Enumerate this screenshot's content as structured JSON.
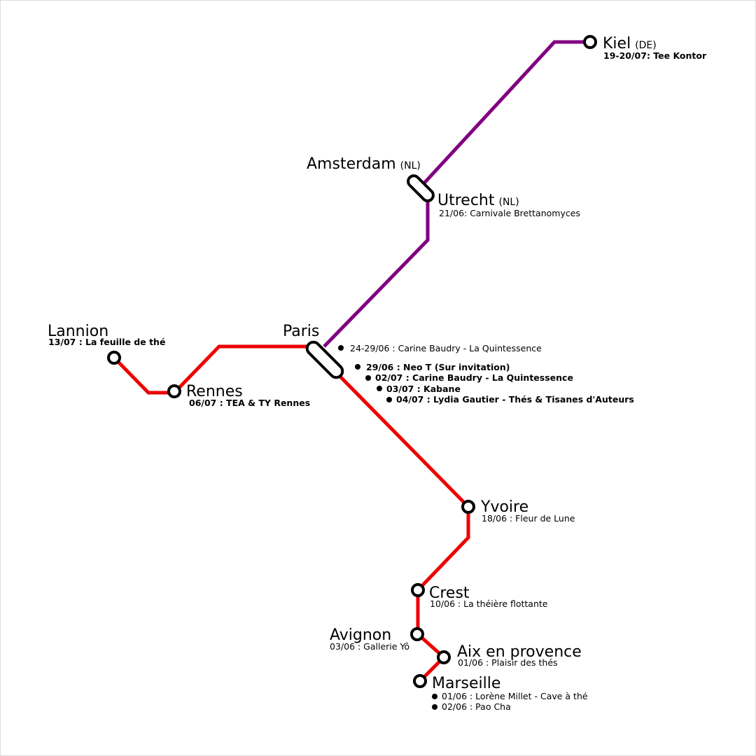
{
  "colors": {
    "route_red": "#ee0000",
    "route_purple": "#800080",
    "station_fill": "#ffffff",
    "station_stroke": "#000000",
    "frame": "#dddddd"
  },
  "lines": [
    {
      "id": "red-line",
      "color": "route_red"
    },
    {
      "id": "purple-line",
      "color": "route_purple"
    }
  ],
  "stations": {
    "kiel": {
      "name": "Kiel",
      "country": "(DE)",
      "events": [
        "19-20/07: Tee Kontor"
      ]
    },
    "amsterdam": {
      "name": "Amsterdam",
      "country": "(NL)"
    },
    "utrecht": {
      "name": "Utrecht",
      "country": "(NL)",
      "events": [
        "21/06: Carnivale Brettanomyces"
      ]
    },
    "paris": {
      "name": "Paris",
      "events": [
        "24-29/06 : Carine Baudry - La Quintessence",
        "29/06 : Neo T (Sur invitation)",
        "02/07 : Carine Baudry - La Quintessence",
        "03/07 : Kabane",
        "04/07 : Lydia Gautier - Thés & Tisanes d'Auteurs"
      ]
    },
    "lannion": {
      "name": "Lannion",
      "events": [
        "13/07 :  La feuille de thé"
      ]
    },
    "rennes": {
      "name": "Rennes",
      "events": [
        "06/07 :  TEA & TY Rennes"
      ]
    },
    "yvoire": {
      "name": "Yvoire",
      "events": [
        "18/06 : Fleur de Lune"
      ]
    },
    "crest": {
      "name": "Crest",
      "events": [
        "10/06 : La théière flottante"
      ]
    },
    "avignon": {
      "name": "Avignon",
      "events": [
        "03/06 : Gallerie Yô"
      ]
    },
    "aix": {
      "name": "Aix en provence",
      "events": [
        "01/06 : Plaisir des thés"
      ]
    },
    "marseille": {
      "name": "Marseille",
      "events": [
        "01/06 : Lorène Millet - Cave à thé",
        "02/06 : Pao Cha"
      ]
    }
  }
}
